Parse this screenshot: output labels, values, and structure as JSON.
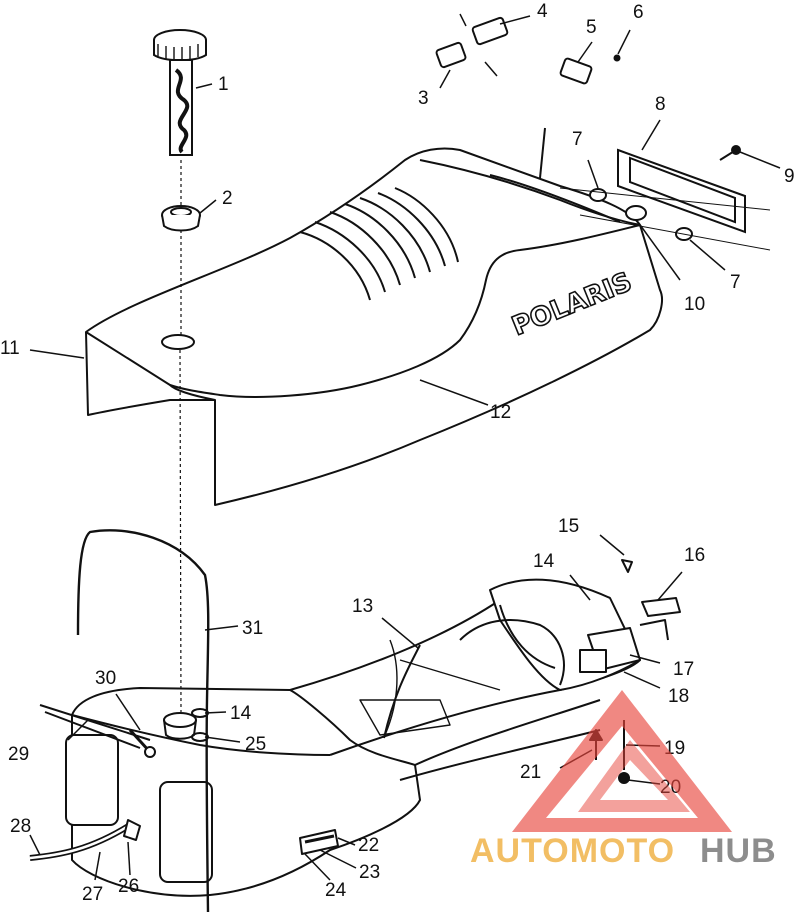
{
  "diagram": {
    "brand_text": "POLARIS",
    "callouts": [
      "1",
      "2",
      "3",
      "4",
      "5",
      "6",
      "7",
      "8",
      "9",
      "7",
      "10",
      "11",
      "12",
      "13",
      "14",
      "15",
      "16",
      "17",
      "18",
      "19",
      "20",
      "21",
      "14",
      "25",
      "29",
      "30",
      "31",
      "22",
      "23",
      "24",
      "28",
      "27",
      "26"
    ]
  },
  "watermark": {
    "text_part1": "AUTOMOTO",
    "text_part2": "HUB",
    "color_part1": "#f0b34a",
    "color_part2": "#7a7a7a",
    "triangle_color": "#e8463c"
  }
}
